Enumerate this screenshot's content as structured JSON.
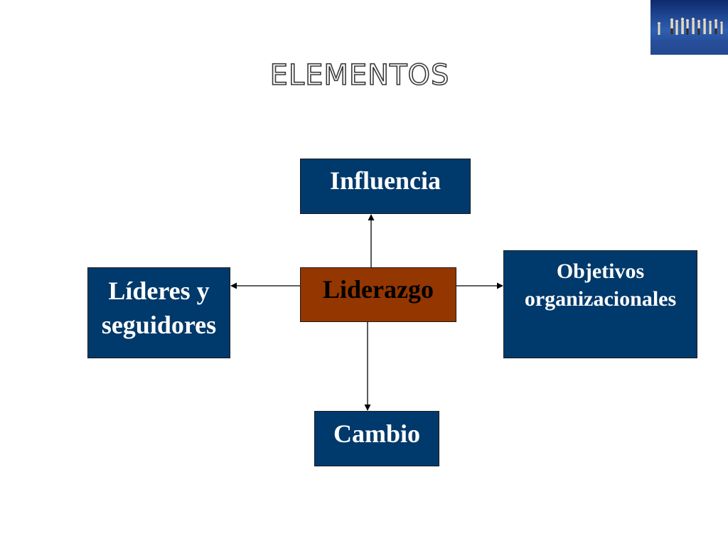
{
  "title": "ELEMENTOS",
  "colors": {
    "box_fill": "#00396b",
    "center_fill": "#943600",
    "box_text": "#ffffff",
    "center_text": "#000000",
    "connector": "#000000"
  },
  "diagram": {
    "center": {
      "label": "Liderazgo"
    },
    "nodes": {
      "top": {
        "label": "Influencia"
      },
      "left": {
        "lines": [
          "Líderes y",
          "seguidores"
        ]
      },
      "right": {
        "lines": [
          "Objetivos",
          "organizacionales"
        ]
      },
      "bottom": {
        "label": "Cambio"
      }
    },
    "edges": [
      {
        "from": "Liderazgo",
        "to": "Influencia"
      },
      {
        "from": "Liderazgo",
        "to": "Líderes y seguidores"
      },
      {
        "from": "Liderazgo",
        "to": "Objetivos organizacionales"
      },
      {
        "from": "Liderazgo",
        "to": "Cambio"
      }
    ]
  },
  "decoration": {
    "corner_image": "crowd-photo"
  }
}
